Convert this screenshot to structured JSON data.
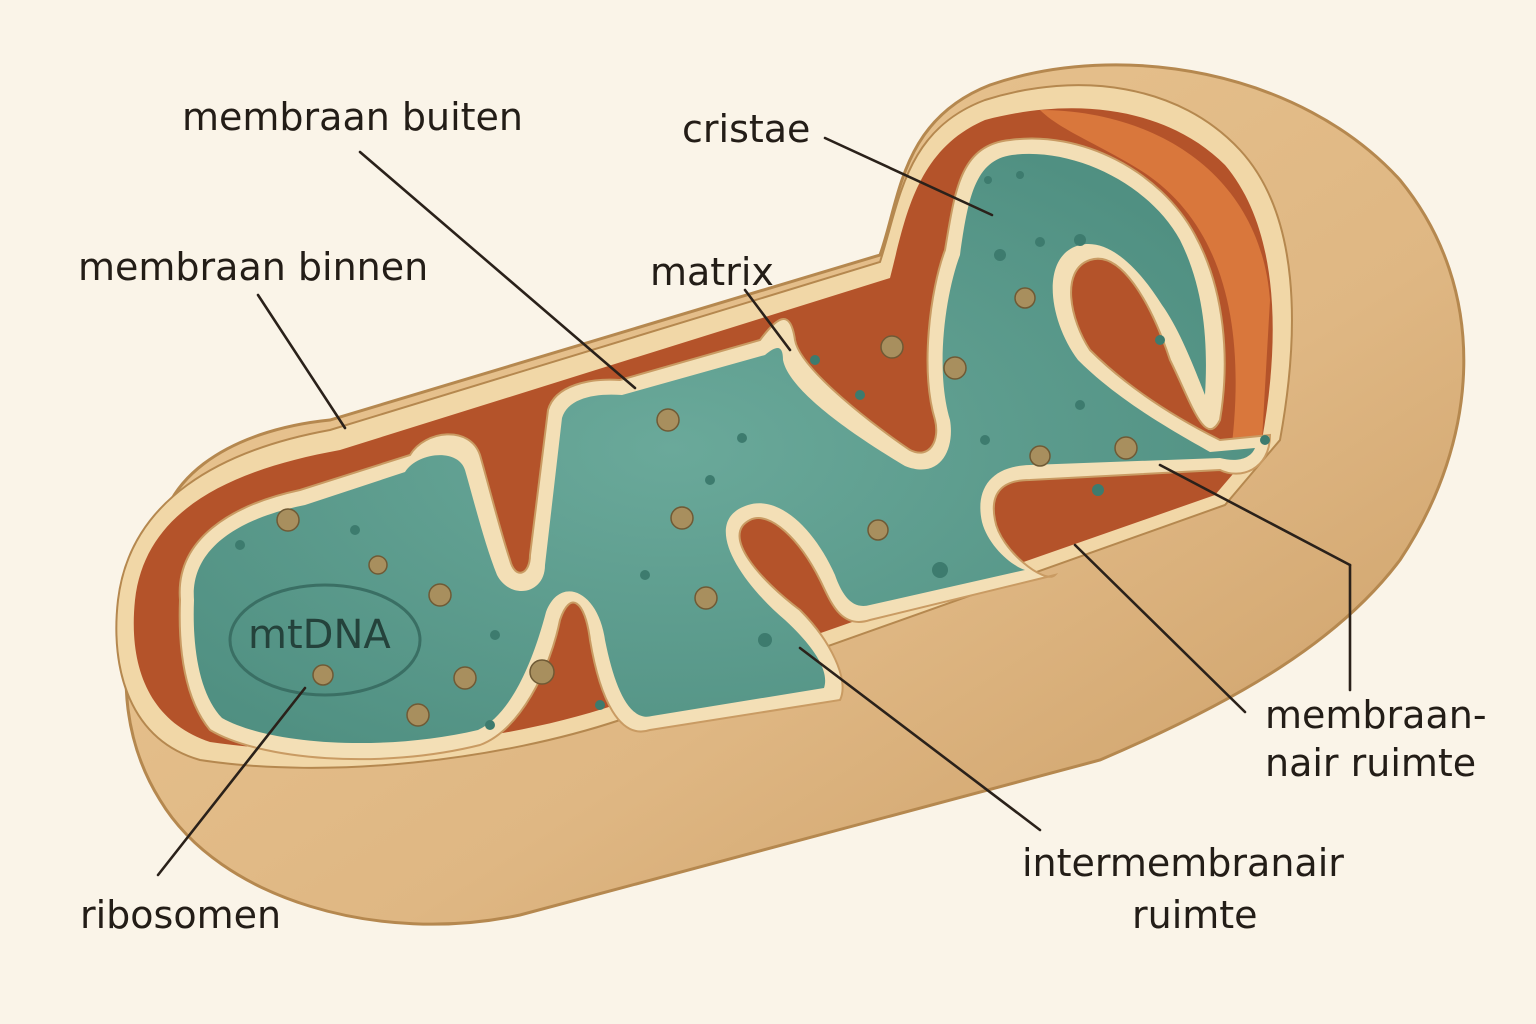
{
  "diagram": {
    "labels": {
      "outer_membrane": "membraan buiten",
      "cristae": "cristae",
      "inner_membrane": "membraan binnen",
      "matrix": "matrix",
      "mtdna": "mtDNA",
      "intermembrane_space_right_line1": "membraan-",
      "intermembrane_space_right_line2": "nair ruimte",
      "intermembrane_space_line1": "intermembranair",
      "intermembrane_space_line2": "ruimte",
      "ribosomes": "ribosomen"
    },
    "colors": {
      "background": "#faf4e8",
      "outer_shell": "#dfb783",
      "outer_shell_dark": "#c89a62",
      "intermembrane": "#b4532a",
      "intermembrane_light": "#d9773c",
      "inner_membrane": "#f3dfb6",
      "matrix": "#5a9c8d",
      "matrix_dark": "#3f7d70",
      "granule": "#a88f5e",
      "line": "#2a211a"
    }
  }
}
